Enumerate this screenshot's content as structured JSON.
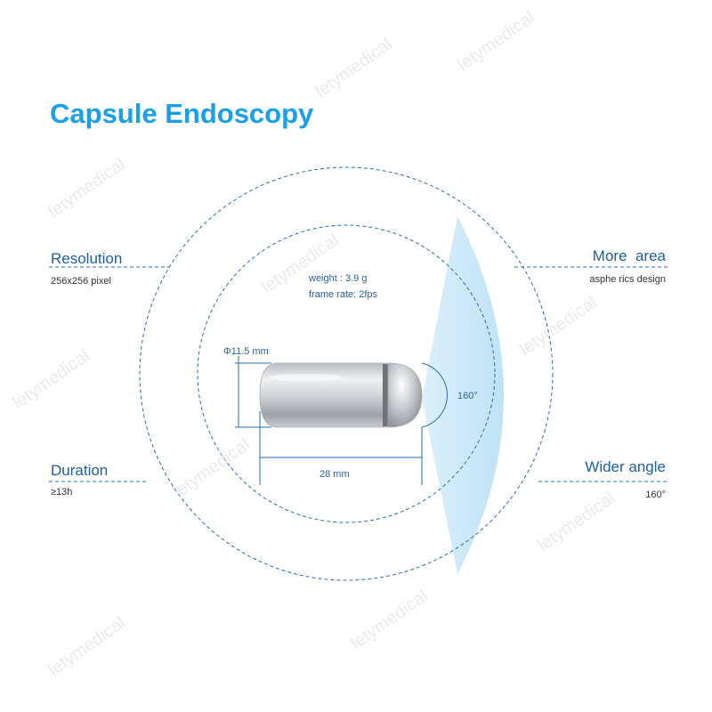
{
  "title": "Capsule Endoscopy",
  "left_specs": [
    {
      "title": "Resolution",
      "value": "256x256 pixel"
    },
    {
      "title": "Duration",
      "value": "≥13h"
    }
  ],
  "right_specs": [
    {
      "title": "More  area",
      "value": "asphe rics design"
    },
    {
      "title": "Wider angle",
      "value": "160°"
    }
  ],
  "capsule": {
    "weight": "weight : 3.9 g",
    "frame_rate": "frame rate: 2fps",
    "diameter": "Φ11.5 mm",
    "length": "28 mm",
    "view_angle": "160°"
  },
  "watermark": "letymedical",
  "colors": {
    "accent": "#1aa0e6",
    "label": "#1d5fa5",
    "dashed_line": "#2a6db8",
    "view_cone": "#bfe3f7"
  }
}
